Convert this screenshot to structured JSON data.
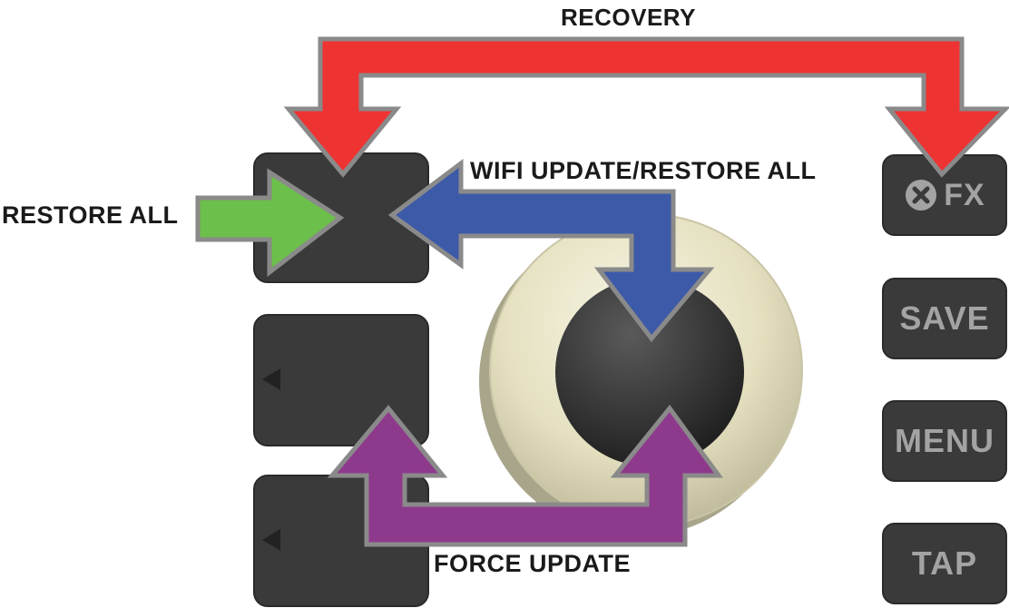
{
  "labels": {
    "recovery": "RECOVERY",
    "restore_all": "RESTORE ALL",
    "wifi_update": "WIFI UPDATE/RESTORE ALL",
    "force_update": "FORCE UPDATE"
  },
  "buttons": {
    "fx": "FX",
    "save": "SAVE",
    "menu": "MENU",
    "tap": "TAP"
  },
  "colors": {
    "recovery_arrow": "#ee3333",
    "restore_arrow": "#6cbf4b",
    "wifi_arrow": "#3c5aa8",
    "force_arrow": "#8e3a8c",
    "arrow_outline": "#8a8a8a",
    "pad": "#3a3a3a",
    "knob_ring": "#e6e2c4",
    "knob_center": "#3c3c3c",
    "button_text": "#a3a3a3"
  },
  "icons": {
    "fx_icon": "close-circle-icon",
    "pad_indicator": "triangle-left-icon"
  }
}
